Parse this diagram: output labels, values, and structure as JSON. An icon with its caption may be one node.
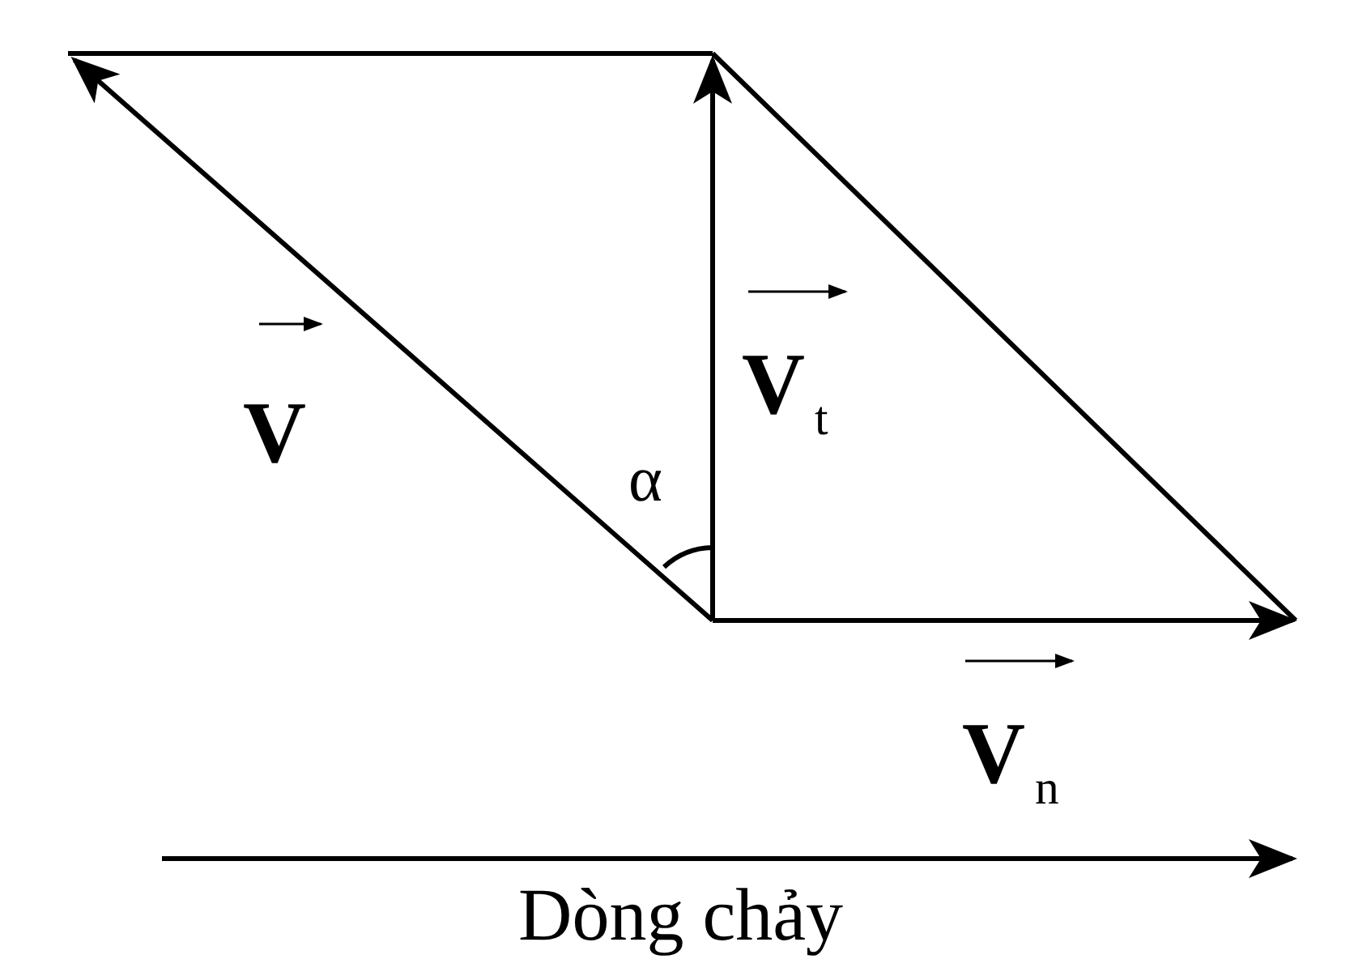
{
  "diagram": {
    "labels": [
      "V",
      "α",
      "V$_{t}$",
      "V$_{n}$",
      "Dòng chảy"
    ]
  }
}
